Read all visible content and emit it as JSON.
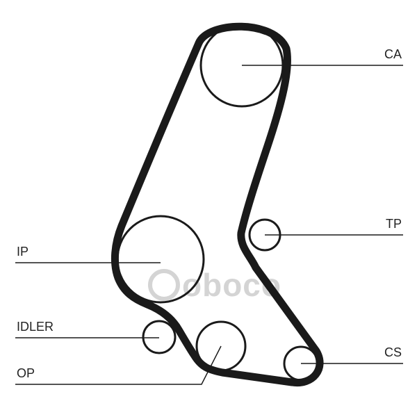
{
  "labels": {
    "ca": "CA",
    "tp": "TP",
    "ip": "IP",
    "idler": "IDLER",
    "cs": "CS",
    "op": "OP"
  },
  "watermark": {
    "text": "oboco"
  },
  "colors": {
    "stroke": "#1a1a1a",
    "watermark": "#d4d4d4",
    "background": "#ffffff"
  }
}
